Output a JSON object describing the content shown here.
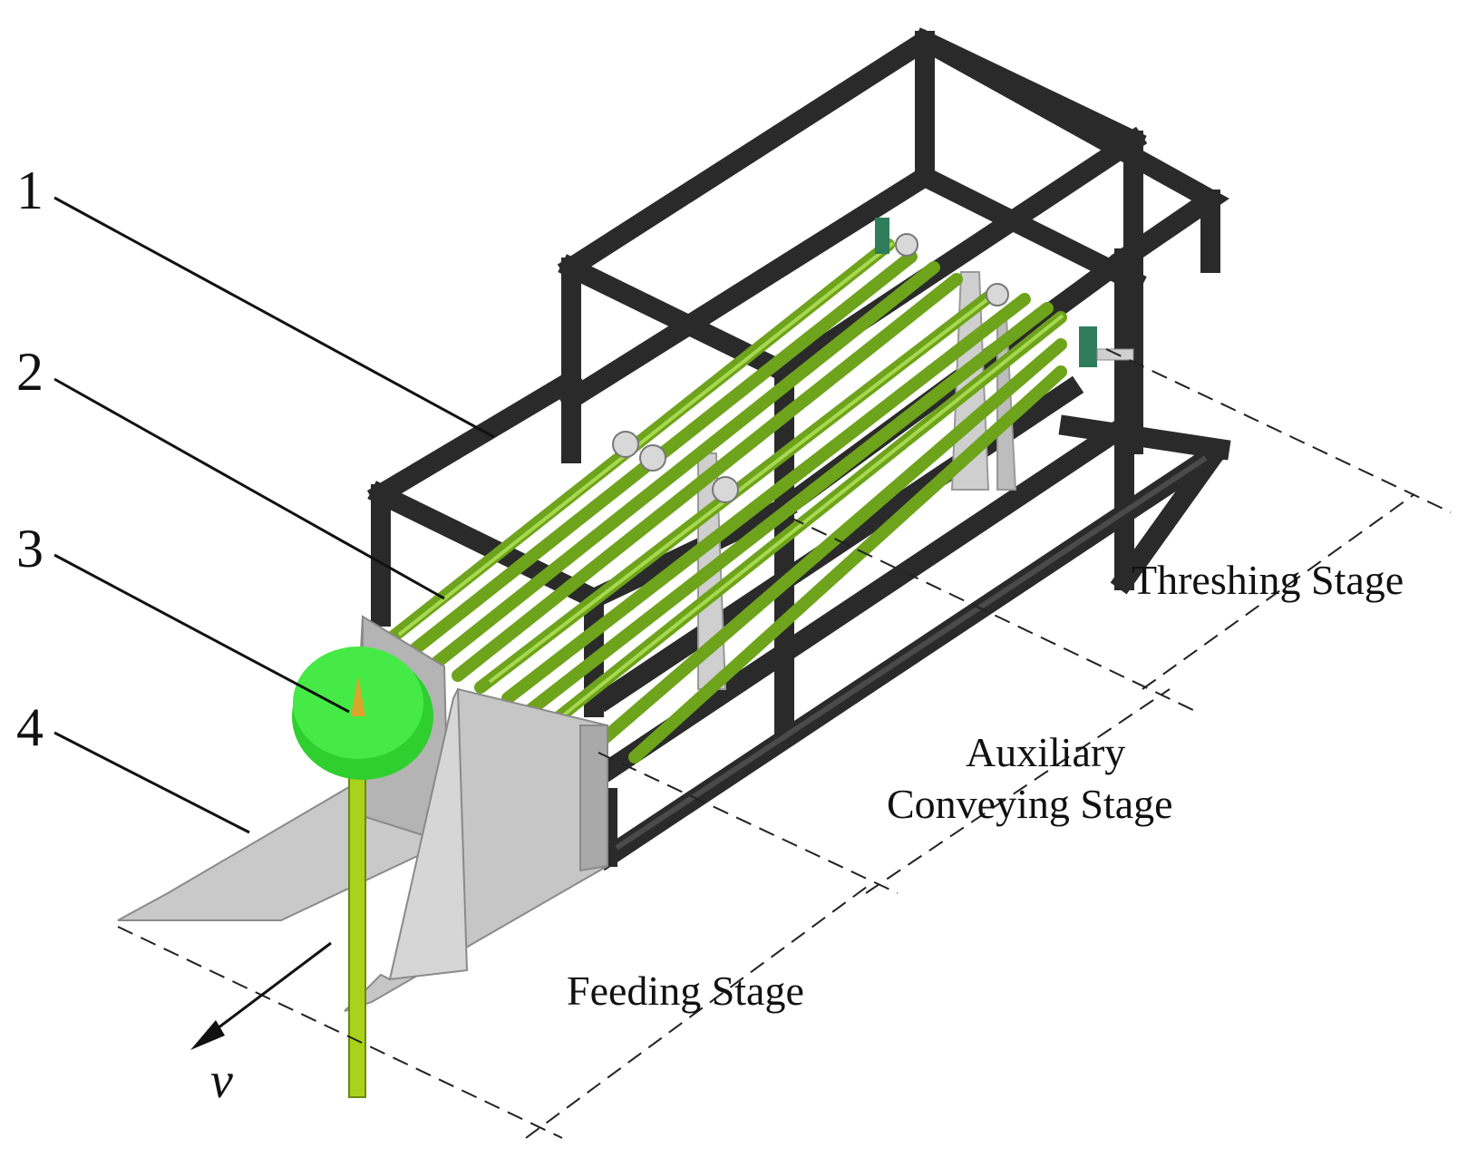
{
  "part_labels": {
    "p1": "1",
    "p2": "2",
    "p3": "3",
    "p4": "4"
  },
  "stages": {
    "threshing": "Threshing Stage",
    "auxiliary_line1": "Auxiliary",
    "auxiliary_line2": "Conveying Stage",
    "feeding": "Feeding Stage"
  },
  "velocity_symbol": "v",
  "colors": {
    "frame": "#2a2a2a",
    "belt": "#6ea31c",
    "divider": "#c9c9c9",
    "disc": "#3fe03f",
    "stalk": "#a8d31a"
  }
}
